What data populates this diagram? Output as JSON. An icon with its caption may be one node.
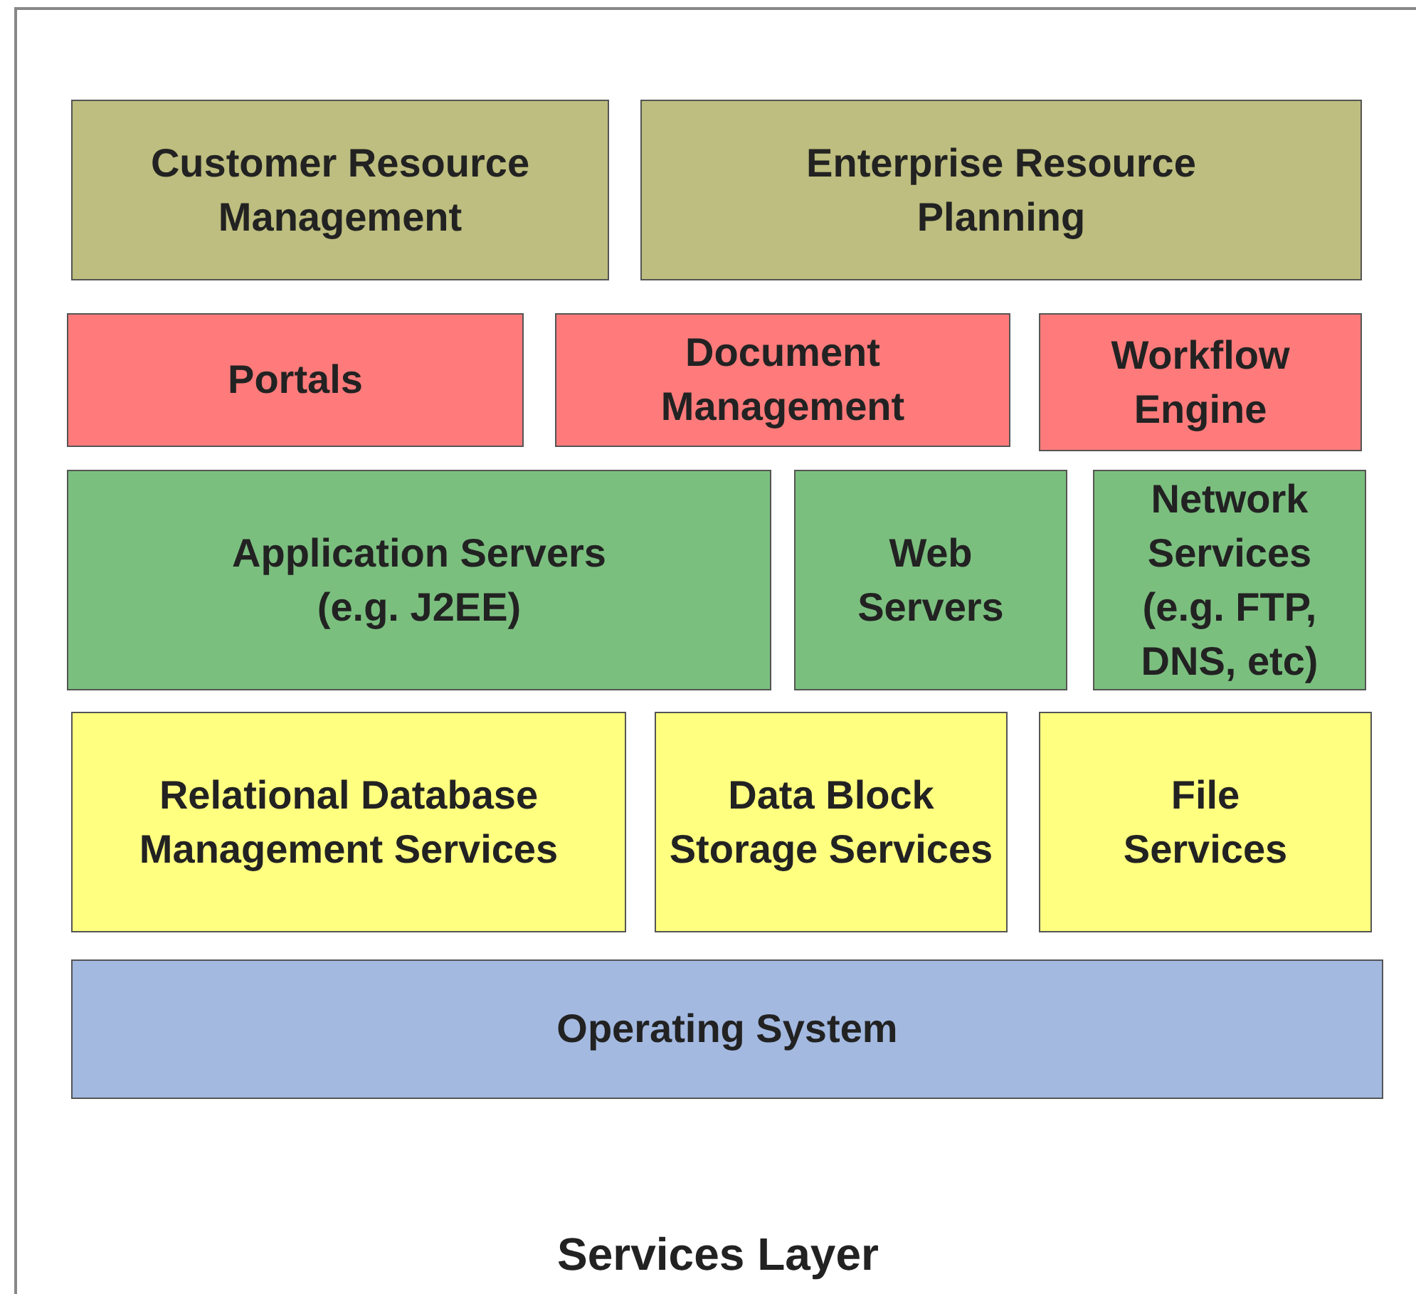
{
  "diagram": {
    "nodes": [
      {
        "text": [
          "Services Layer"
        ]
      },
      {
        "text": [
          "Customer Resource Management"
        ],
        "in": 0
      },
      {
        "text": [
          "Enterprise Resource Planning"
        ],
        "in": 0
      },
      {
        "text": [
          "Portals"
        ],
        "in": 0
      },
      {
        "text": [
          "Document Management"
        ],
        "in": 0
      },
      {
        "text": [
          "Workflow Engine"
        ],
        "in": 0
      },
      {
        "text": [
          "Application Servers (e.g. J2EE)"
        ],
        "in": 0
      },
      {
        "text": [
          "Web Servers"
        ],
        "in": 0
      },
      {
        "text": [
          "Network Services (e.g. FTP, DNS, etc)"
        ],
        "in": 0
      },
      {
        "text": [
          "Relational Database Management Services"
        ],
        "in": 0
      },
      {
        "text": [
          "Data Block Storage Services"
        ],
        "in": 0
      },
      {
        "text": [
          "File Services"
        ],
        "in": 0
      },
      {
        "text": [
          "Operating System"
        ],
        "in": 0
      }
    ],
    "edges": []
  }
}
